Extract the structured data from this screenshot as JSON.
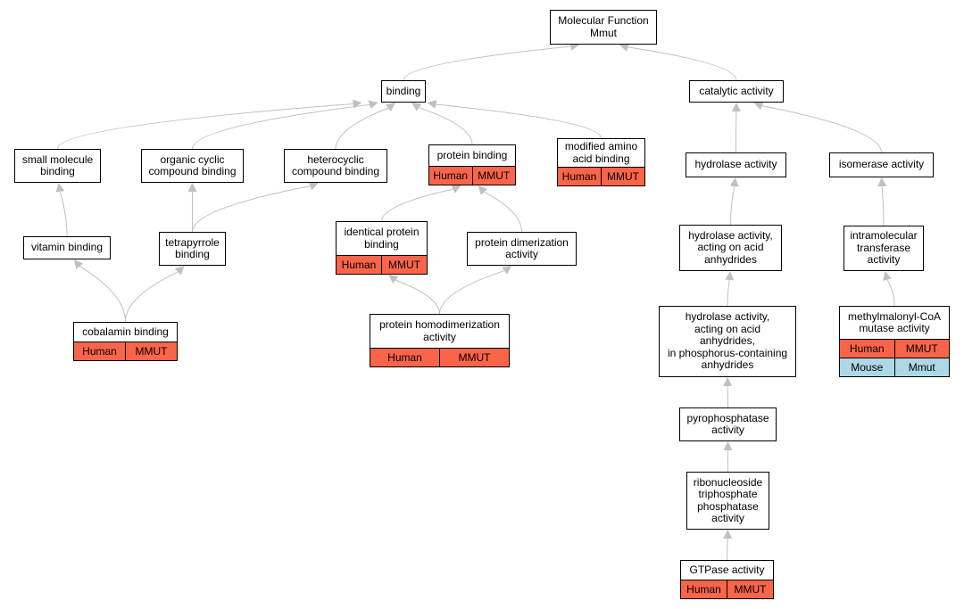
{
  "colors": {
    "human": "#fa6448",
    "mouse": "#add8e6",
    "edge": "#c0c0c0"
  },
  "nodes": {
    "root": {
      "label": "Molecular Function\nMmut"
    },
    "binding": {
      "label": "binding"
    },
    "catalytic": {
      "label": "catalytic activity"
    },
    "small_molecule": {
      "label": "small molecule\nbinding"
    },
    "organic_cyclic": {
      "label": "organic cyclic\ncompound binding"
    },
    "heterocyclic": {
      "label": "heterocyclic\ncompound binding"
    },
    "protein_binding": {
      "label": "protein binding",
      "rows": [
        [
          "Human",
          "MMUT"
        ]
      ]
    },
    "modified_amino": {
      "label": "modified amino\nacid binding",
      "rows": [
        [
          "Human",
          "MMUT"
        ]
      ]
    },
    "hydrolase": {
      "label": "hydrolase activity"
    },
    "isomerase": {
      "label": "isomerase activity"
    },
    "vitamin": {
      "label": "vitamin binding"
    },
    "tetrapyrrole": {
      "label": "tetrapyrrole\nbinding"
    },
    "identical_protein": {
      "label": "identical protein\nbinding",
      "rows": [
        [
          "Human",
          "MMUT"
        ]
      ]
    },
    "protein_dimerization": {
      "label": "protein dimerization\nactivity"
    },
    "hydrolase_acid": {
      "label": "hydrolase activity,\nacting on acid\nanhydrides"
    },
    "intramolecular": {
      "label": "intramolecular\ntransferase\nactivity"
    },
    "cobalamin": {
      "label": "cobalamin binding",
      "rows": [
        [
          "Human",
          "MMUT"
        ]
      ]
    },
    "protein_homodimerization": {
      "label": "protein homodimerization\nactivity",
      "rows": [
        [
          "Human",
          "MMUT"
        ]
      ]
    },
    "hydrolase_phosphorus": {
      "label": "hydrolase activity,\nacting on acid\nanhydrides,\nin phosphorus-containing\nanhydrides"
    },
    "methylmalonyl": {
      "label": "methylmalonyl-CoA\nmutase activity",
      "rows": [
        [
          "Human",
          "MMUT"
        ],
        [
          "Mouse",
          "Mmut"
        ]
      ]
    },
    "pyrophosphatase": {
      "label": "pyrophosphatase\nactivity"
    },
    "ribonucleoside": {
      "label": "ribonucleoside\ntriphosphate\nphosphatase\nactivity"
    },
    "gtpase": {
      "label": "GTPase activity",
      "rows": [
        [
          "Human",
          "MMUT"
        ]
      ]
    }
  },
  "edges": [
    [
      "binding",
      "root"
    ],
    [
      "catalytic",
      "root"
    ],
    [
      "small_molecule",
      "binding"
    ],
    [
      "organic_cyclic",
      "binding"
    ],
    [
      "heterocyclic",
      "binding"
    ],
    [
      "protein_binding",
      "binding"
    ],
    [
      "modified_amino",
      "binding"
    ],
    [
      "hydrolase",
      "catalytic"
    ],
    [
      "isomerase",
      "catalytic"
    ],
    [
      "vitamin",
      "small_molecule"
    ],
    [
      "tetrapyrrole",
      "organic_cyclic"
    ],
    [
      "tetrapyrrole",
      "heterocyclic"
    ],
    [
      "identical_protein",
      "protein_binding"
    ],
    [
      "protein_dimerization",
      "protein_binding"
    ],
    [
      "hydrolase_acid",
      "hydrolase"
    ],
    [
      "intramolecular",
      "isomerase"
    ],
    [
      "cobalamin",
      "vitamin"
    ],
    [
      "cobalamin",
      "tetrapyrrole"
    ],
    [
      "protein_homodimerization",
      "identical_protein"
    ],
    [
      "protein_homodimerization",
      "protein_dimerization"
    ],
    [
      "hydrolase_phosphorus",
      "hydrolase_acid"
    ],
    [
      "methylmalonyl",
      "intramolecular"
    ],
    [
      "pyrophosphatase",
      "hydrolase_phosphorus"
    ],
    [
      "ribonucleoside",
      "pyrophosphatase"
    ],
    [
      "gtpase",
      "ribonucleoside"
    ]
  ]
}
